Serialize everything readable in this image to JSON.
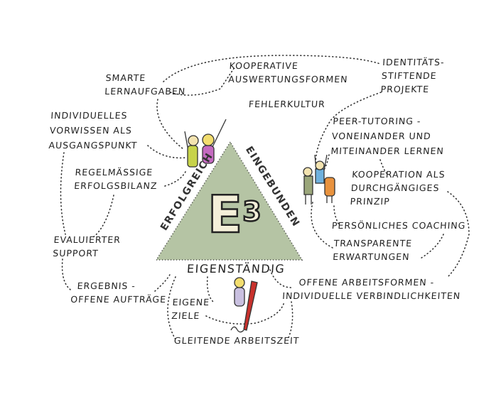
{
  "center": {
    "title": "E",
    "superscript": "3",
    "fill_color": "#b5c4a4"
  },
  "sides": {
    "left": "Erfolgreich",
    "right": "Eingebunden",
    "bottom": "Eigenständig"
  },
  "nodes": {
    "smarte": [
      "Smarte",
      "Lernaufgaben"
    ],
    "kooperative": [
      "Kooperative",
      "Auswertungsformen"
    ],
    "identitaet": [
      "Identitäts-",
      "stiftende",
      "Projekte"
    ],
    "fehlerkultur": [
      "Fehlerkultur"
    ],
    "vorwissen": [
      "Individuelles",
      "Vorwissen als",
      "Ausgangspunkt"
    ],
    "peer": [
      "Peer-Tutoring -",
      "voneinander und",
      "miteinander lernen"
    ],
    "erfolgsbilanz": [
      "Regelmässige",
      "Erfolgsbilanz"
    ],
    "kooperation": [
      "Kooperation als",
      "durchgängiges",
      "Prinzip"
    ],
    "support": [
      "Evaluierter",
      "Support"
    ],
    "coaching": [
      "Persönliches Coaching"
    ],
    "erwartungen": [
      "Transparente",
      "Erwartungen"
    ],
    "auftraege": [
      "Ergebnis -",
      "offene Aufträge"
    ],
    "arbeitsformen": [
      "Offene Arbeitsformen -",
      "individuelle Verbindlichkeiten"
    ],
    "ziele": [
      "Eigene",
      "Ziele"
    ],
    "arbeitszeit": [
      "Gleitende Arbeitszeit"
    ]
  }
}
